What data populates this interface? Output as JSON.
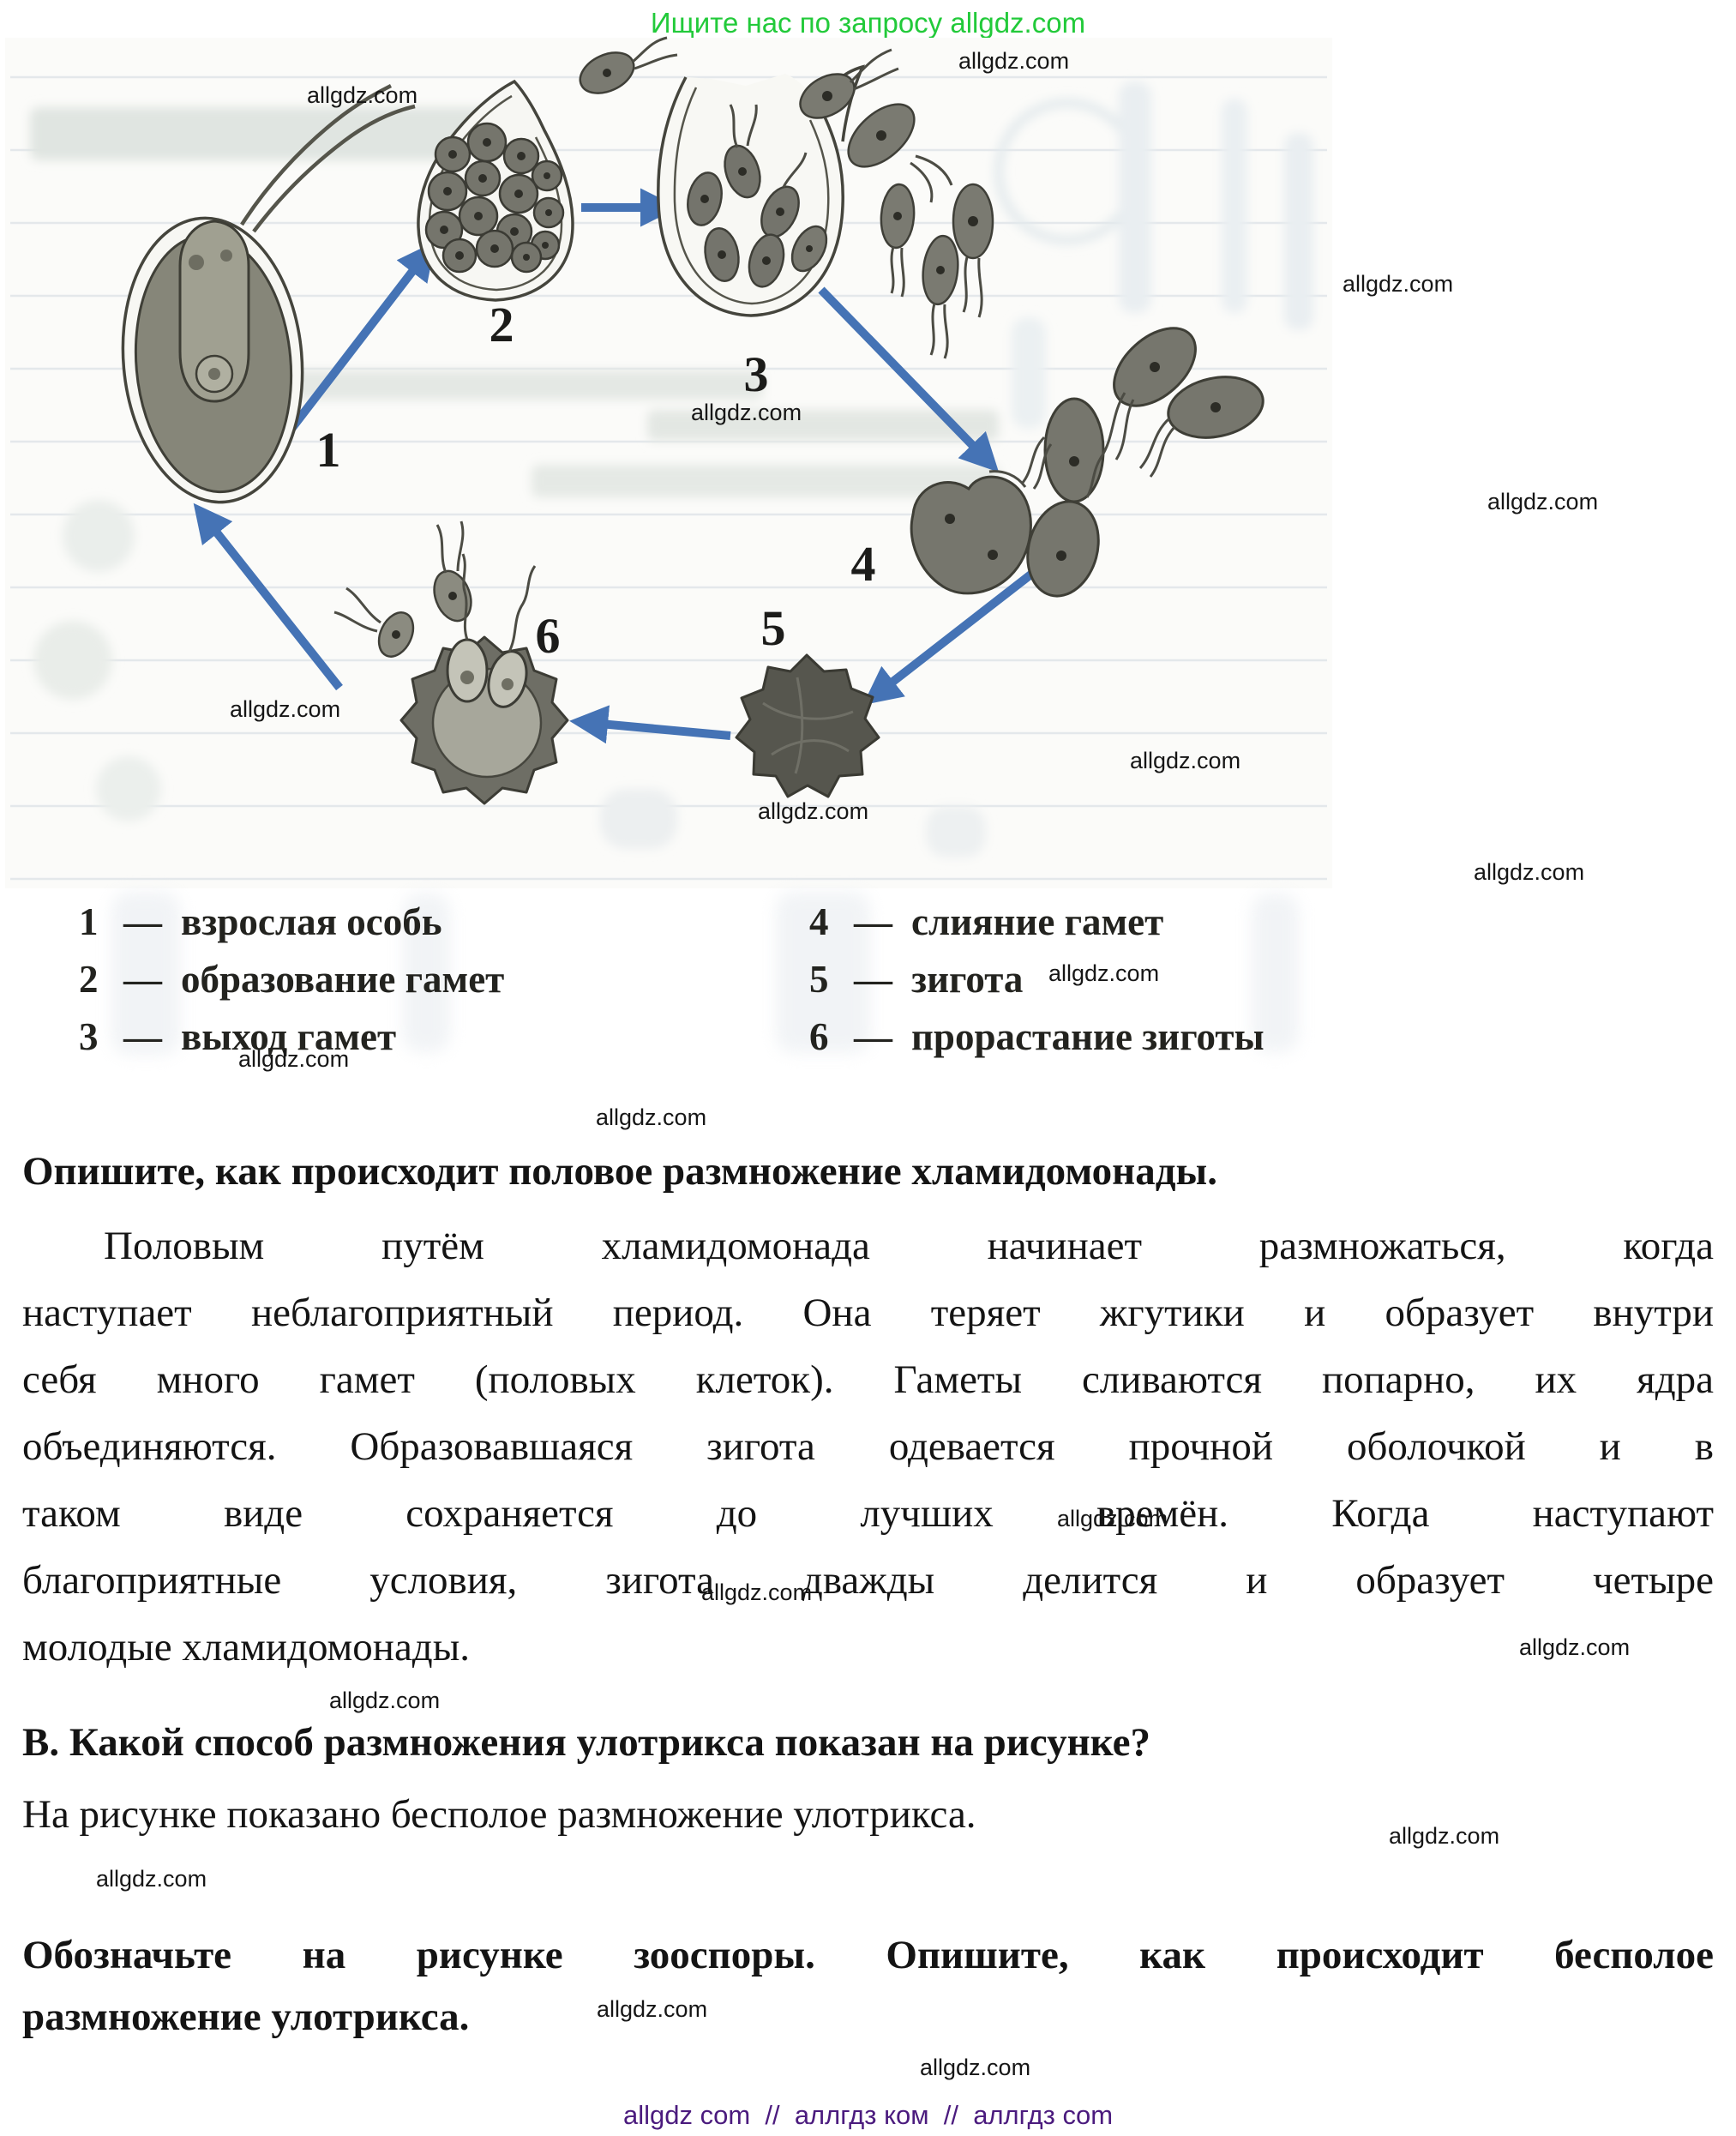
{
  "banner": {
    "text": "Ищите нас по запросу allgdz.com"
  },
  "watermark": {
    "text": "allgdz.com"
  },
  "diagram": {
    "stage_labels": [
      "1",
      "2",
      "3",
      "4",
      "5",
      "6"
    ]
  },
  "legend": {
    "dash": "—",
    "left": [
      {
        "num": "1",
        "label": "взрослая особь"
      },
      {
        "num": "2",
        "label": "образование гамет"
      },
      {
        "num": "3",
        "label": "выход гамет"
      }
    ],
    "right": [
      {
        "num": "4",
        "label": "слияние гамет"
      },
      {
        "num": "5",
        "label": "зигота"
      },
      {
        "num": "6",
        "label": "прорастание зиготы"
      }
    ]
  },
  "sections": {
    "q1_title": "Опишите, как происходит половое размножение хламидомонады.",
    "q1_lines": [
      "Половым путём хламидомонада начинает размножаться, когда",
      "наступает неблагоприятный период. Она теряет жгутики и образует внутри",
      "себя много гамет (половых клеток). Гаметы сливаются попарно, их ядра",
      "объединяются. Образовавшаяся зигота одевается прочной оболочкой и в",
      "таком виде сохраняется до лучших времён. Когда наступают",
      "благоприятные условия, зигота дважды делится и образует четыре",
      "молодые хламидомонады."
    ],
    "q2_title": "В. Какой способ размножения улотрикса показан на рисунке?",
    "q2_answer": "На рисунке показано бесполое размножение улотрикса.",
    "q3_lines": [
      "Обозначьте на рисунке зооспоры. Опишите, как происходит бесполое",
      "размножение улотрикса."
    ]
  },
  "footer": {
    "text": "allgdz com  //  аллгдз ком  //  аллгдз com"
  },
  "colors": {
    "accent_green": "#22ca3a",
    "accent_purple": "#4b1b7e",
    "arrow_blue": "#4573b5"
  }
}
